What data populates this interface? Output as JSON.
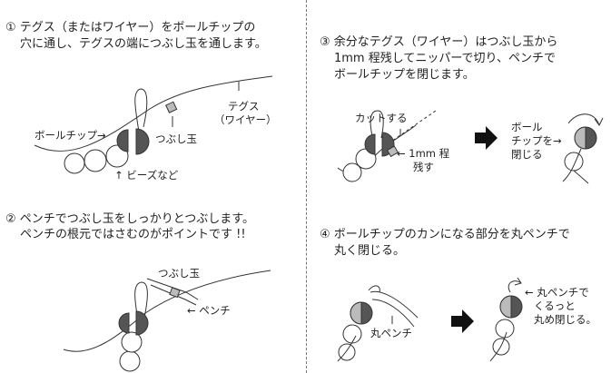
{
  "step1": {
    "number": "①",
    "line1": "テグス（またはワイヤー）をボールチップの",
    "line2": "穴に通し、テグスの端につぶし玉を通します。",
    "label_tegusu": "テグス",
    "label_wire": "（ワイヤー）",
    "label_ballchip": "ボールチップ→",
    "label_crimp": "つぶし玉",
    "label_beads": "↑ ビーズなど"
  },
  "step2": {
    "number": "②",
    "line1": "ペンチでつぶし玉をしっかりとつぶします。",
    "line2": "ペンチの根元ではさむのがポイントです !!",
    "label_crimp": "つぶし玉",
    "label_pliers": "← ペンチ"
  },
  "step3": {
    "number": "③",
    "line1": "余分なテグス（ワイヤー）はつぶし玉から",
    "line2": "1mm 程残してニッパーで切り、ペンチで",
    "line3": "ボールチップを閉じます。",
    "label_cut": "カットする",
    "label_1mm_1": "← 1mm 程",
    "label_1mm_2": "残す",
    "label_ballchip_1": "ボール",
    "label_ballchip_2": "チップを→",
    "label_ballchip_3": "閉じる"
  },
  "step4": {
    "number": "④",
    "line1": "ボールチップのカンになる部分を丸ペンチで",
    "line2": "丸く閉じる。",
    "label_round_pliers": "丸ペンチ",
    "label_right_1": "← 丸ペンチで",
    "label_right_2": "くるっと",
    "label_right_3": "丸め閉じる。"
  }
}
